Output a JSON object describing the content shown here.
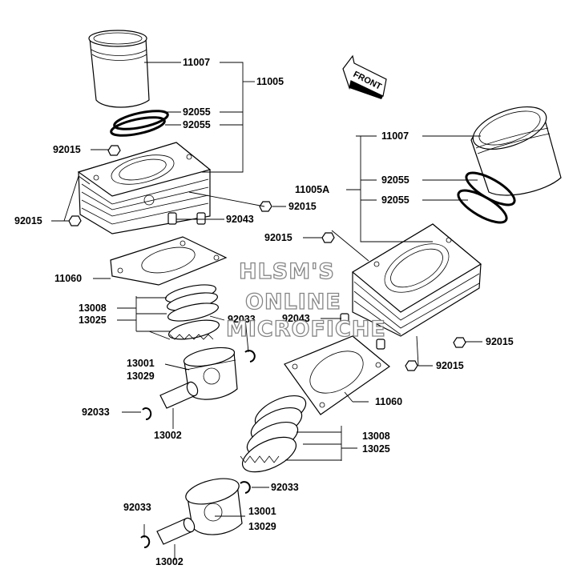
{
  "labels": {
    "p11007_a": "11007",
    "p11005": "11005",
    "p92055_a1": "92055",
    "p92055_a2": "92055",
    "p92015_a": "92015",
    "p92015_b": "92015",
    "p92015_c": "92015",
    "p92043_a": "92043",
    "p11060_a": "11060",
    "p13008_a": "13008",
    "p13025_a": "13025",
    "p92033_a": "92033",
    "p13001_a": "13001",
    "p13029_a": "13029",
    "p92033_b": "92033",
    "p13002_a": "13002",
    "p11007_b": "11007",
    "p11005A": "11005A",
    "p92055_b1": "92055",
    "p92055_b2": "92055",
    "p92015_d": "92015",
    "p92043_b": "92043",
    "p92015_e": "92015",
    "p92015_f": "92015",
    "p11060_b": "11060",
    "p13008_b": "13008",
    "p13025_b": "13025",
    "p92033_c": "92033",
    "p13001_b": "13001",
    "p13029_b": "13029",
    "p92033_d": "92033",
    "p13002_b": "13002"
  },
  "front_arrow": "FRONT",
  "watermark": [
    "HLSM'S",
    "ONLINE",
    "MICROFICHE"
  ]
}
